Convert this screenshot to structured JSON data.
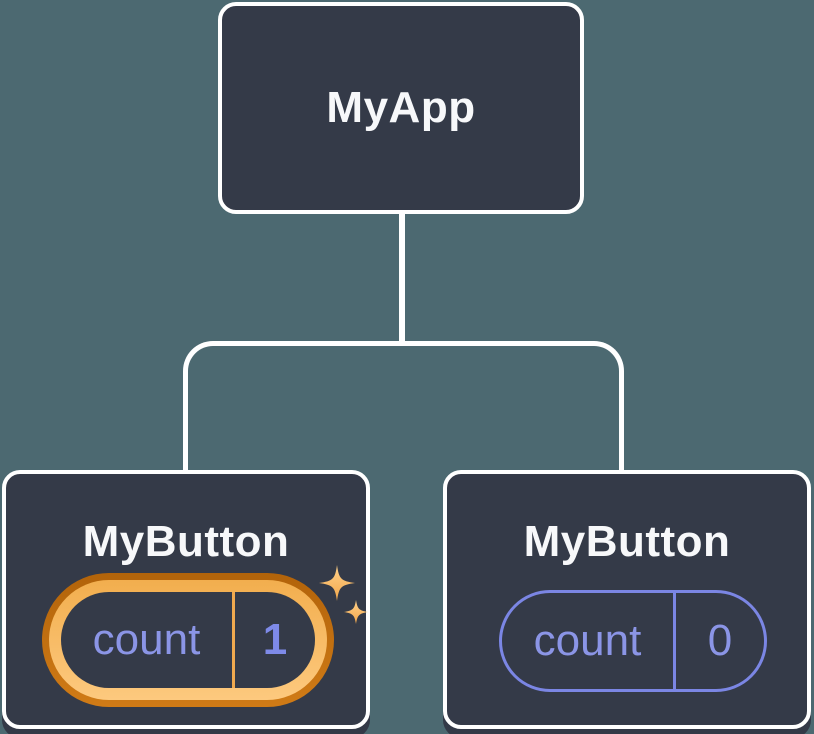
{
  "colors": {
    "background": "#4c6971",
    "node_fill": "#343a48",
    "node_border": "#ffffff",
    "connector": "#ffffff",
    "state_name_text": "#8b95e6",
    "highlight_value_text": "#7e8ae8",
    "highlight_ring_outer": "#b2630a",
    "highlight_ring_inner": "#f9bd69",
    "highlight_divider": "#f0a94f",
    "plain_pill_border": "#7b86e4",
    "sparkle": "#f9bd69"
  },
  "tree": {
    "root": {
      "label": "MyApp"
    },
    "children": [
      {
        "label": "MyButton",
        "state": {
          "name": "count",
          "value": "1"
        },
        "highlighted": true
      },
      {
        "label": "MyButton",
        "state": {
          "name": "count",
          "value": "0"
        },
        "highlighted": false
      }
    ]
  }
}
